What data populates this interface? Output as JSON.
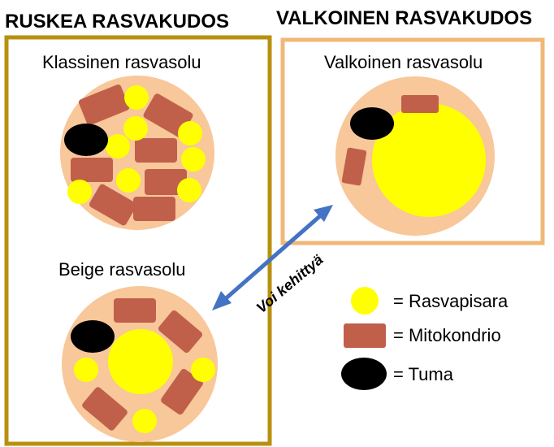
{
  "headings": {
    "brown": "RUSKEA RASVAKUDOS",
    "white": "VALKOINEN RASVAKUDOS"
  },
  "cells": {
    "classic": "Klassinen rasvasolu",
    "beige": "Beige rasvasolu",
    "white": "Valkoinen rasvasolu"
  },
  "arrow": {
    "label": "Voi kehittyä"
  },
  "legend": {
    "droplet": "= Rasvapisara",
    "mitochondrion": "= Mitokondrio",
    "nucleus": "= Tuma"
  },
  "colors": {
    "brown_frame": "#b8900f",
    "white_frame": "#f0b878",
    "cytoplasm": "#f8c79a",
    "mitochondrion": "#c0604a",
    "droplet": "#ffff00",
    "nucleus": "#000000",
    "arrow": "#4472c4"
  }
}
